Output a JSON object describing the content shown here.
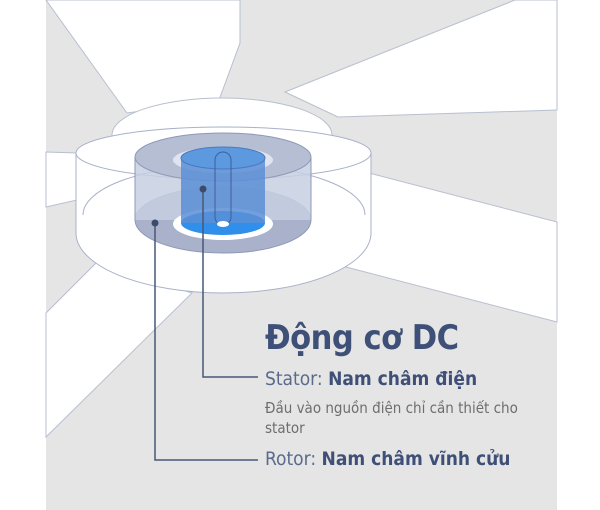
{
  "title": "Động cơ DC",
  "stator": {
    "label": "Stator:",
    "value": "Nam châm điện",
    "description": "Đầu vào nguồn điện chỉ cần thiết cho stator"
  },
  "rotor": {
    "label": "Rotor:",
    "value": "Nam châm vĩnh cửu"
  },
  "colors": {
    "background": "#e6e6e6",
    "text": "#3f5078",
    "stator": "#3a8ee6",
    "rotor": "#a9b2ca"
  }
}
